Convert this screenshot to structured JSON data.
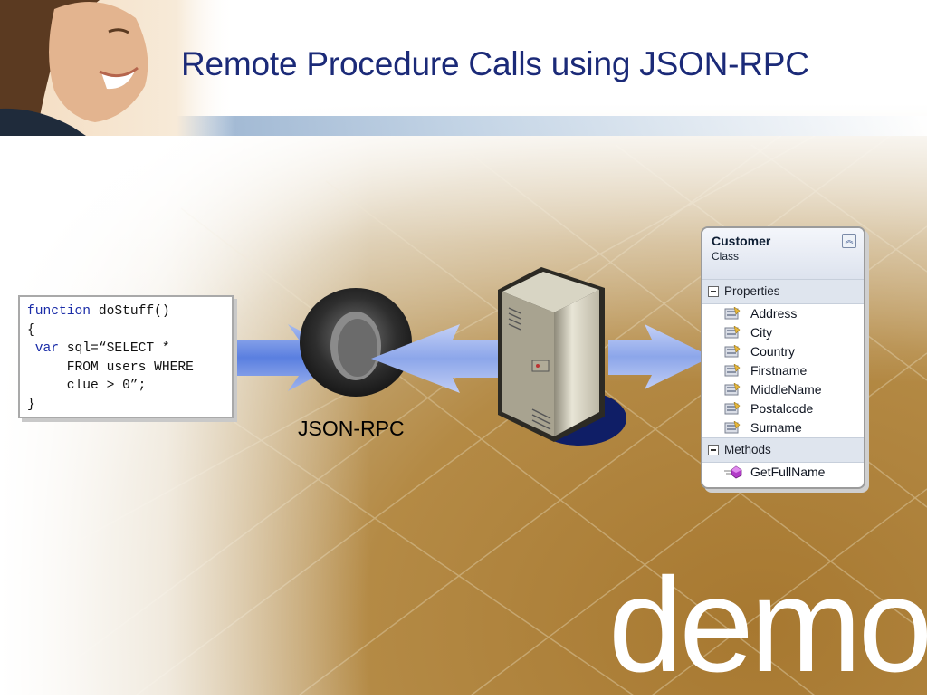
{
  "slide": {
    "title": "Remote Procedure Calls using JSON-RPC",
    "demo_label": "demo"
  },
  "code": {
    "lines": [
      {
        "kw": "function",
        "text": " doStuff()"
      },
      {
        "kw": "",
        "text": "{"
      },
      {
        "kw": " var",
        "text": " sql=“SELECT *"
      },
      {
        "kw": "",
        "text": "     FROM users WHERE"
      },
      {
        "kw": "",
        "text": "     clue > 0”;"
      },
      {
        "kw": "",
        "text": "}"
      }
    ]
  },
  "json_rpc_label": "JSON-RPC",
  "class_diagram": {
    "name": "Customer",
    "type": "Class",
    "properties_label": "Properties",
    "properties": [
      "Address",
      "City",
      "Country",
      "Firstname",
      "MiddleName",
      "Postalcode",
      "Surname"
    ],
    "methods_label": "Methods",
    "methods": [
      "GetFullName"
    ]
  },
  "colors": {
    "title": "#1b2a78",
    "background_brown": "#b4893f",
    "arrow_blue": "#6f8fe0"
  },
  "icons": {
    "header": "woman-photo",
    "json_logo": "json-logo-icon",
    "server": "server-icon",
    "property": "property-icon",
    "method": "method-icon",
    "collapse": "collapse-icon"
  }
}
